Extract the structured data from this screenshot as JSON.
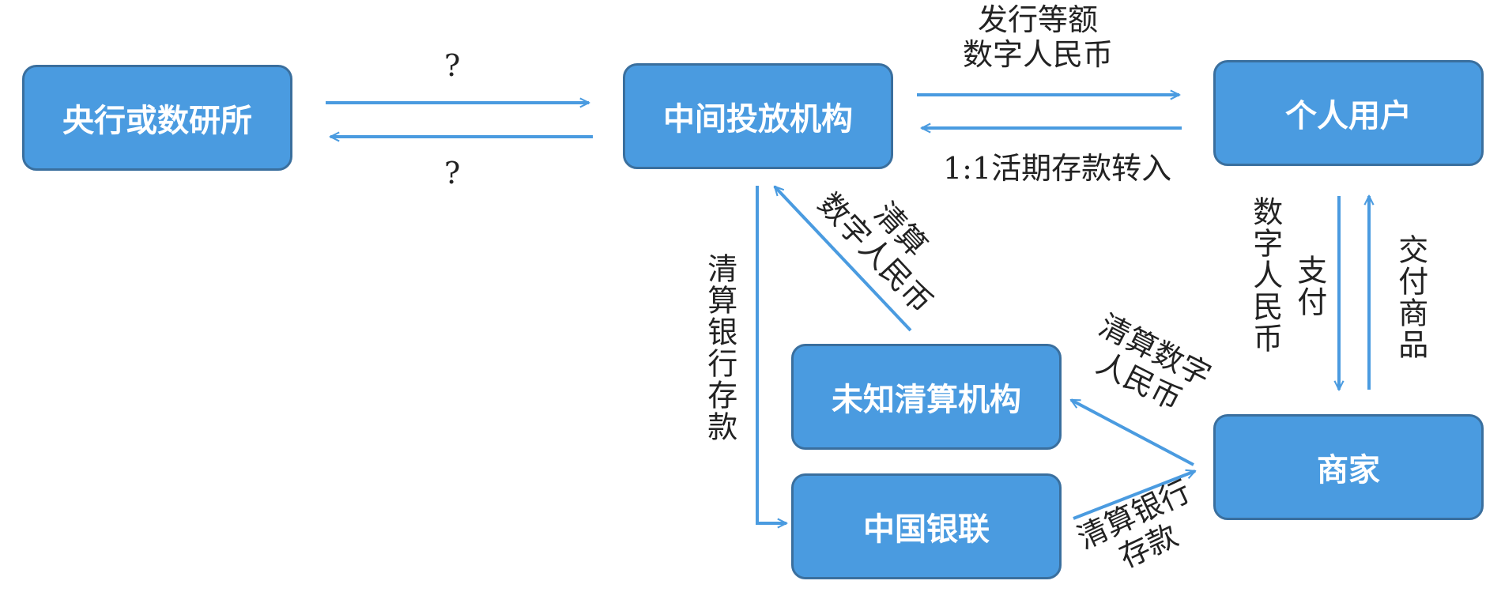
{
  "nodes": {
    "central_bank": "央行或数研所",
    "intermediary": "中间投放机构",
    "personal_user": "个人用户",
    "unknown_clearing": "未知清算机构",
    "unionpay": "中国银联",
    "merchant": "商家"
  },
  "labels": {
    "q_top": "?",
    "q_bottom": "?",
    "issue": "发行等额\n数字人民币",
    "deposit_transfer": "1:1活期存款转入",
    "clear_dcny_up": "清算\n数字人民币",
    "clear_bank_deposit_left": "清算银行存款",
    "digital_rmb_vertical": "数字人民币",
    "pay": "支付",
    "deliver_goods": "交付商品",
    "clear_dcny_merchant": "清算数字\n人民币",
    "clear_bank_deposit_bottom": "清算银行\n存款"
  },
  "colors": {
    "node_fill": "#4a9be0",
    "node_border": "#3a6f9e",
    "arrow": "#4a9be0"
  }
}
